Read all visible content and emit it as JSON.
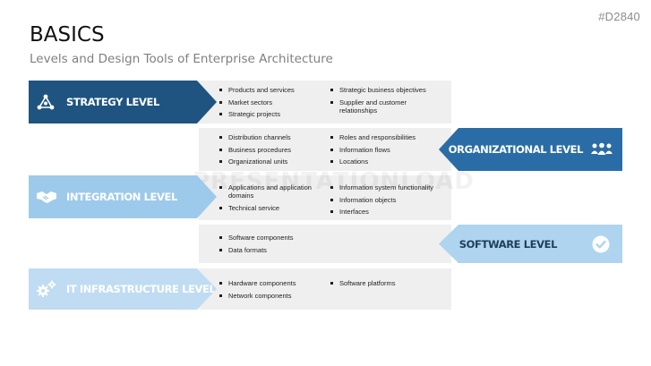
{
  "slide_id": "#D2840",
  "title": "BASICS",
  "subtitle": "Levels and Design Tools of Enterprise Architecture",
  "watermark": "PRESENTATIONLOAD",
  "levels": {
    "strategy": {
      "label": "STRATEGY LEVEL",
      "icon": "network-triangle-icon",
      "col1": [
        "Products and services",
        "Market sectors",
        "Strategic projects"
      ],
      "col2": [
        "Strategic business objectives",
        "Supplier and customer relationships"
      ]
    },
    "organizational": {
      "label": "ORGANIZATIONAL LEVEL",
      "icon": "people-group-icon",
      "col1": [
        "Distribution channels",
        "Business procedures",
        "Organizational units"
      ],
      "col2": [
        "Roles and responsibilities",
        "Information flows",
        "Locations"
      ]
    },
    "integration": {
      "label": "INTEGRATION LEVEL",
      "icon": "handshake-icon",
      "col1": [
        "Applications and application domains",
        "Technical service"
      ],
      "col2": [
        "Information system functionality",
        "Information objects",
        "Interfaces"
      ]
    },
    "software": {
      "label": "SOFTWARE LEVEL",
      "icon": "checkmark-circle-icon",
      "col1": [
        "Software components",
        "Data formats"
      ]
    },
    "it_infrastructure": {
      "label": "IT INFRASTRUCTURE LEVEL",
      "icon": "gears-icon",
      "col1": [
        "Hardware components",
        "Network components"
      ],
      "col2": [
        "Software platforms"
      ]
    }
  },
  "colors": {
    "dark_blue": "#1f5480",
    "mid_blue": "#2a6da6",
    "light_blue": "#9dcaea",
    "panel_gray": "#efefef"
  }
}
